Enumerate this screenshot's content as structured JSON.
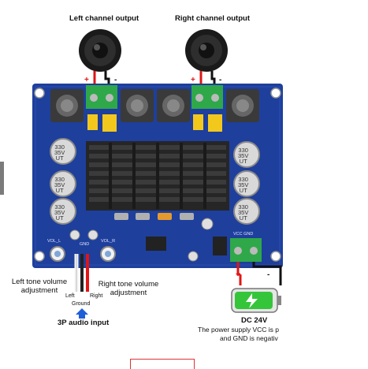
{
  "labels": {
    "left_output": "Left channel output",
    "right_output": "Right channel output",
    "left_tone": "Left tone volume adjustment",
    "left_tone_1": "Left tone volume",
    "left_tone_2": "adjustment",
    "right_tone_1": "Right tone volume",
    "right_tone_2": "adjustment",
    "audio_input": "3P audio input",
    "left": "Left",
    "right": "Right",
    "ground": "Ground",
    "dc": "DC 24V",
    "note_1": "The power supply VCC is p",
    "note_2": "and GND is negativ",
    "plus": "+",
    "minus": "-"
  },
  "capacitors": [
    "330\n35V\nUT",
    "330\n35V\nUT",
    "330\n35V\nUT",
    "330\n35V\nUT",
    "330\n35V\nUT",
    "330\n35V\nUT"
  ],
  "silkscreen": {
    "vol_l": "VOL_L",
    "vol_r": "VOL_R",
    "gnd": "GND",
    "vcc_gnd": "VCC GND"
  },
  "colors": {
    "pcb": "#1e3f9c",
    "pcb_dark": "#16307c",
    "heatsink": "#262626",
    "terminal": "#2fa84a",
    "cap_yellow": "#f2c81d",
    "wire_red": "#e01515",
    "wire_black": "#111111",
    "battery_green": "#35c53a",
    "arrow_blue": "#1e5fd8"
  }
}
